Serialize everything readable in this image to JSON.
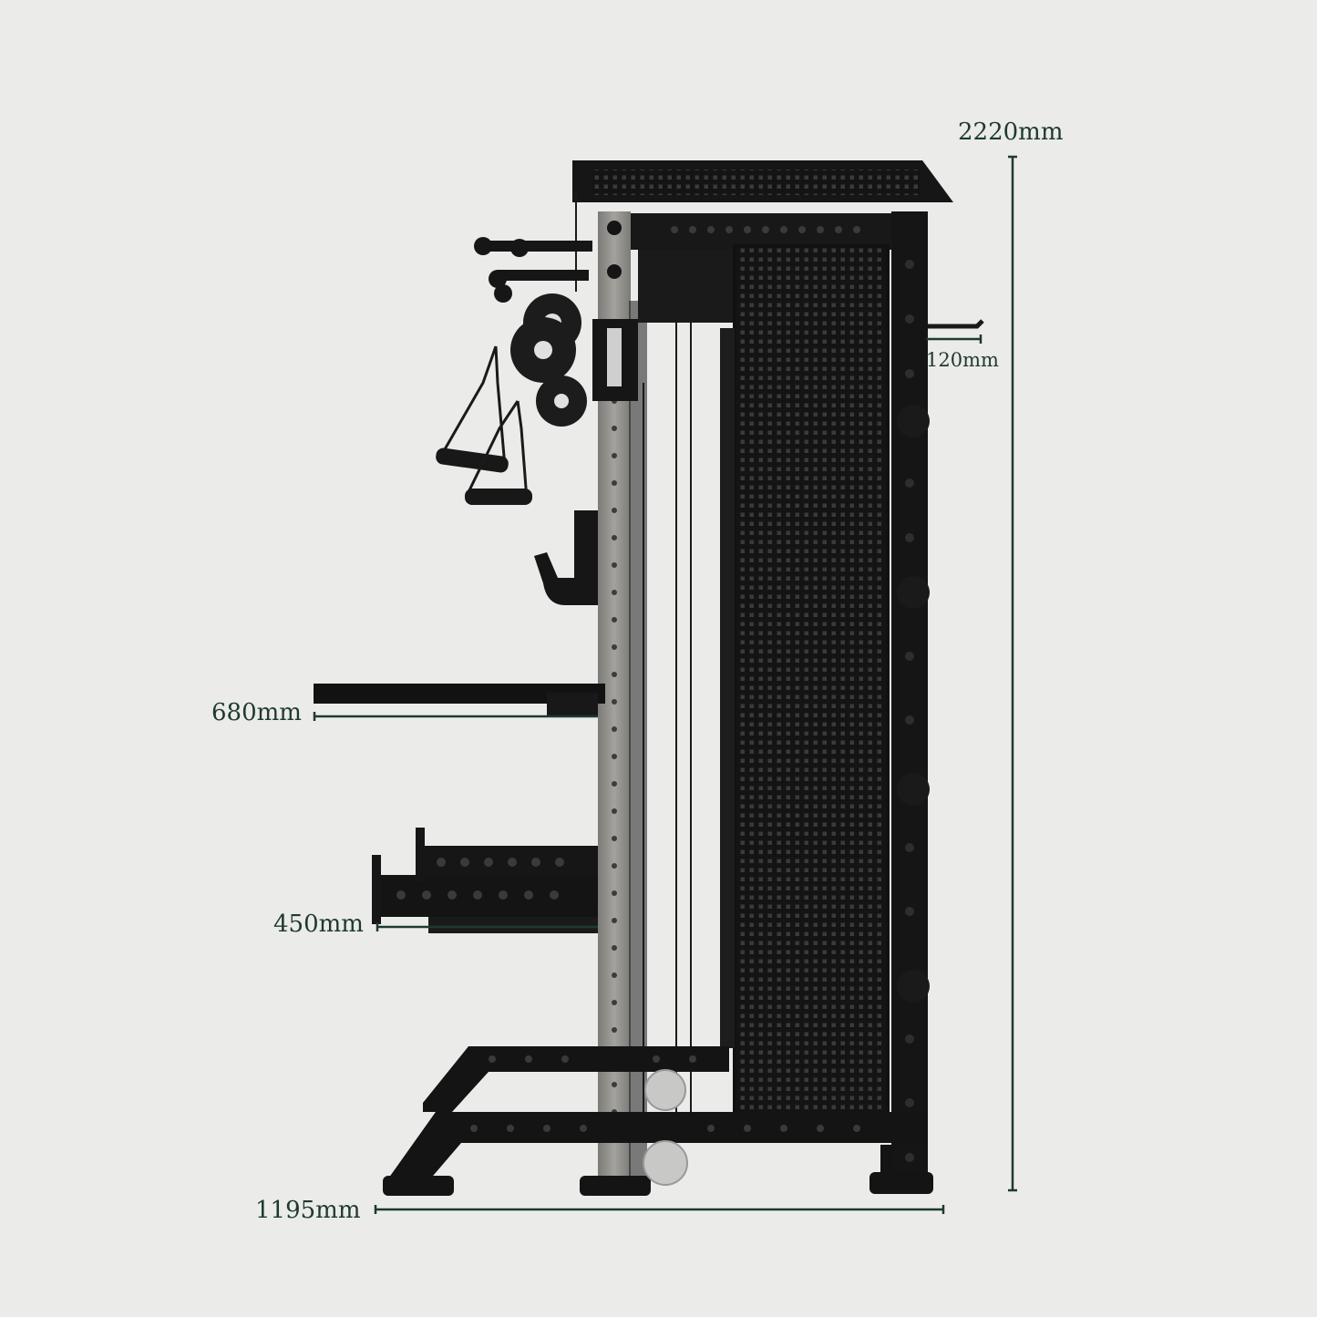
{
  "dimensions": {
    "height": "2220mm",
    "depth_offset": "120mm",
    "hook_height": "680mm",
    "safety_height": "450mm",
    "base_width": "1195mm"
  },
  "colors": {
    "background": "#ebebea",
    "frame": "#141414",
    "upright": "#8e8d88",
    "dimension": "#1e3a2e"
  }
}
